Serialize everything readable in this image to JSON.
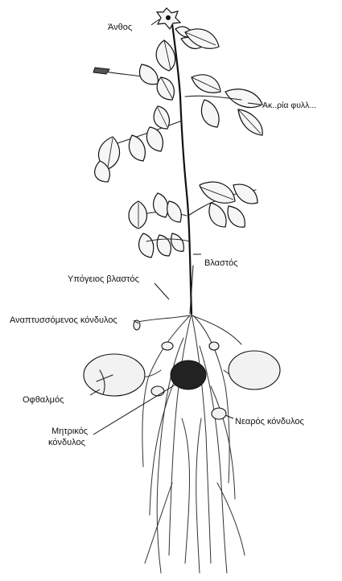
{
  "labels": {
    "flower": "Άνθος",
    "leaf_tip": "Ακ..ρία φυλλ...",
    "stem": "Βλαστός",
    "underground_stem": "Υπόγειος βλαστός",
    "developing_tuber": "Αναπτυσσόμενος κόνδυλος",
    "eye": "Οφθαλμός",
    "mother_tuber_line1": "Μητρικός",
    "mother_tuber_line2": "κόνδυλος",
    "young_tuber": "Νεαρός κόνδυλος"
  }
}
